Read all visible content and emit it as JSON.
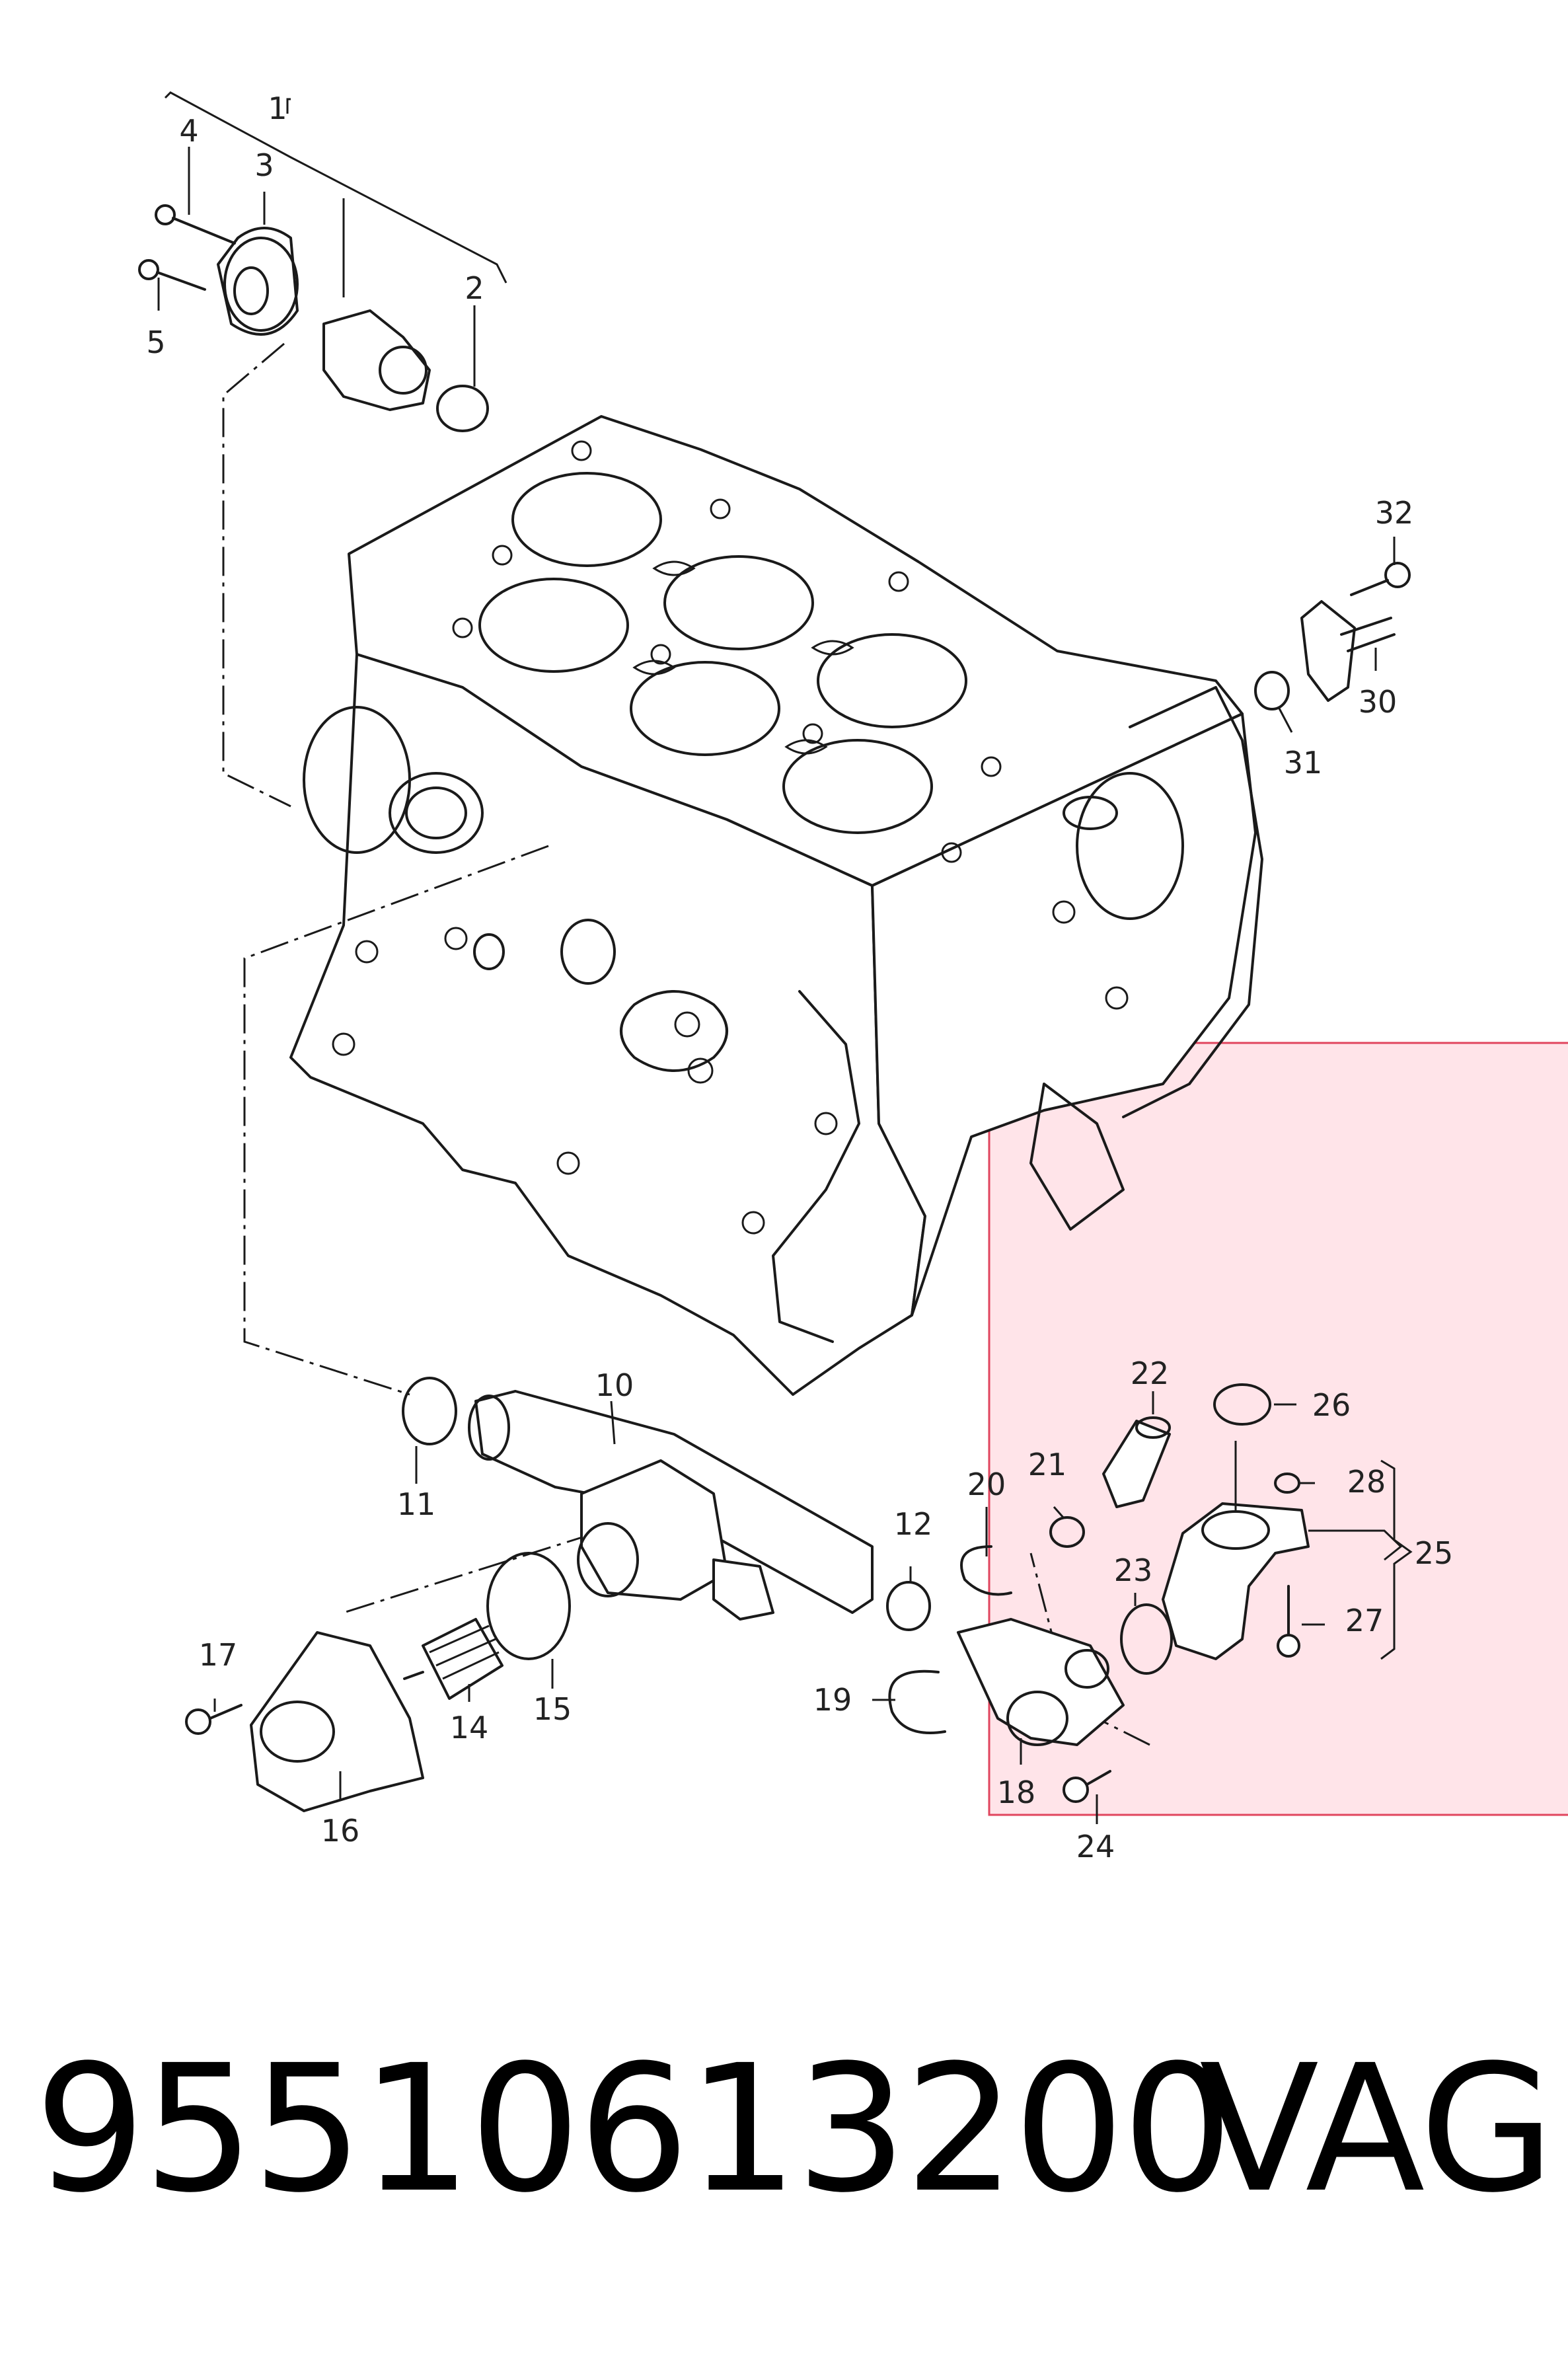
{
  "colors": {
    "ink": "#1a1a1a",
    "highlight": "#ff2d55",
    "highlight_border": "#e0455e",
    "background": "#ffffff"
  },
  "callouts": {
    "c1": "1",
    "c2": "2",
    "c3": "3",
    "c4": "4",
    "c5": "5",
    "c10": "10",
    "c11": "11",
    "c12": "12",
    "c14": "14",
    "c15": "15",
    "c16": "16",
    "c17": "17",
    "c18": "18",
    "c19": "19",
    "c20": "20",
    "c21": "21",
    "c22": "22",
    "c23": "23",
    "c24": "24",
    "c25": "25",
    "c26": "26",
    "c27": "27",
    "c28": "28",
    "c30": "30",
    "c31": "31",
    "c32": "32"
  },
  "footer": {
    "part_number": "95510613200",
    "brand": "VAG"
  }
}
